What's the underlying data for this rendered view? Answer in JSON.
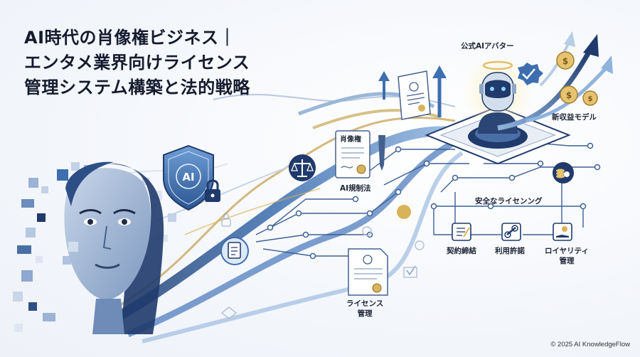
{
  "title": {
    "line1": "AI時代の肖像権ビジネス｜",
    "line2": "エンタメ業界向けライセンス",
    "line3": "管理システム構築と法的戦略"
  },
  "labels": {
    "avatar": "公式AIアバター",
    "revenue": "新収益モデル",
    "portrait_right": "肖像権",
    "ai_regulation": "AI規制法",
    "safe_licensing": "安全なライセンング",
    "contract": "契約締結",
    "usage_permission": "利用許諾",
    "royalty_line1": "ロイヤリティ",
    "royalty_line2": "管理",
    "license_line1": "ライセンス",
    "license_line2": "管理",
    "shield_text": "AI"
  },
  "footer": {
    "copyright": "© 2025 AI KnowledgeFlow"
  },
  "icons": [
    "shield-brain-icon",
    "lock-icon",
    "scales-icon",
    "document-icon",
    "robot-avatar-icon",
    "verified-badge-icon",
    "coin-icon",
    "growth-arrow-icon",
    "coin-stack-icon",
    "contract-icon",
    "link-icon",
    "royalty-hand-icon",
    "certificate-icon",
    "pen-icon"
  ],
  "colors": {
    "navy": "#1f3a6b",
    "blue": "#3d6fb0",
    "light_blue": "#8fb3dd",
    "gold": "#d9b35a",
    "ink": "#141b2d"
  }
}
